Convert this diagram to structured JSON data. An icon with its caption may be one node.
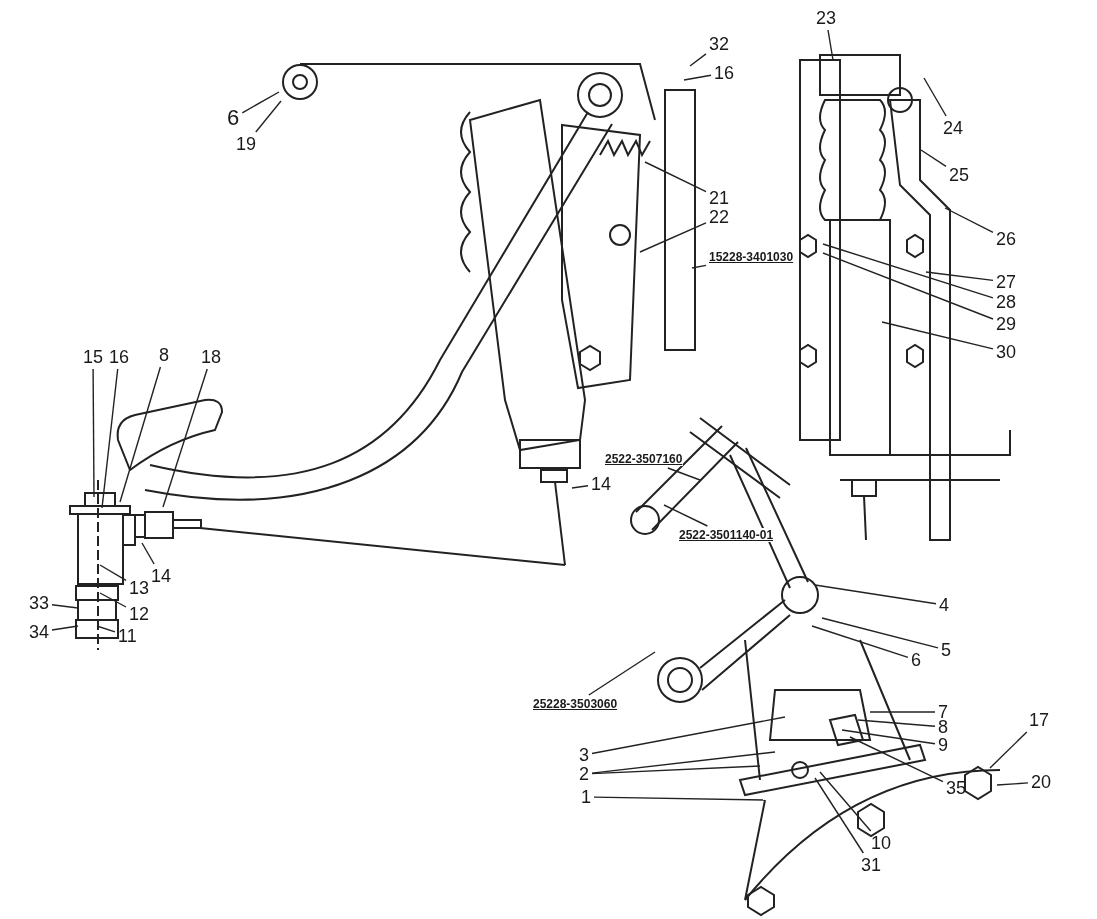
{
  "diagram": {
    "nodes": [
      {
        "text": [
          "23"
        ]
      },
      {
        "text": [
          "32"
        ]
      },
      {
        "text": [
          "16"
        ]
      },
      {
        "text": [
          "6"
        ]
      },
      {
        "text": [
          "19"
        ]
      },
      {
        "text": [
          "24"
        ]
      },
      {
        "text": [
          "25"
        ]
      },
      {
        "text": [
          "21"
        ]
      },
      {
        "text": [
          "22"
        ]
      },
      {
        "text": [
          "26"
        ]
      },
      {
        "text": [
          "15228-3401030"
        ]
      },
      {
        "text": [
          "27"
        ]
      },
      {
        "text": [
          "28"
        ]
      },
      {
        "text": [
          "29"
        ]
      },
      {
        "text": [
          "30"
        ]
      },
      {
        "text": [
          "15"
        ]
      },
      {
        "text": [
          "16"
        ]
      },
      {
        "text": [
          "8"
        ]
      },
      {
        "text": [
          "18"
        ]
      },
      {
        "text": [
          "2522-3507160"
        ]
      },
      {
        "text": [
          "14"
        ]
      },
      {
        "text": [
          "2522-3501140-01"
        ]
      },
      {
        "text": [
          "14"
        ]
      },
      {
        "text": [
          "13"
        ]
      },
      {
        "text": [
          "12"
        ]
      },
      {
        "text": [
          "33"
        ]
      },
      {
        "text": [
          "34"
        ]
      },
      {
        "text": [
          "11"
        ]
      },
      {
        "text": [
          "4"
        ]
      },
      {
        "text": [
          "5"
        ]
      },
      {
        "text": [
          "6"
        ]
      },
      {
        "text": [
          "25228-3503060"
        ]
      },
      {
        "text": [
          "7"
        ]
      },
      {
        "text": [
          "8"
        ]
      },
      {
        "text": [
          "9"
        ]
      },
      {
        "text": [
          "17"
        ]
      },
      {
        "text": [
          "3"
        ]
      },
      {
        "text": [
          "2"
        ]
      },
      {
        "text": [
          "35"
        ]
      },
      {
        "text": [
          "20"
        ]
      },
      {
        "text": [
          "1"
        ]
      },
      {
        "text": [
          "10"
        ]
      },
      {
        "text": [
          "31"
        ]
      }
    ],
    "edges": [
      {
        "from": 0,
        "to": null,
        "arrow": "none"
      },
      {
        "from": 1,
        "to": null,
        "arrow": "none"
      },
      {
        "from": 2,
        "to": null,
        "arrow": "none"
      },
      {
        "from": 3,
        "to": null,
        "arrow": "none"
      },
      {
        "from": 4,
        "to": null,
        "arrow": "none"
      },
      {
        "from": 5,
        "to": null,
        "arrow": "none"
      },
      {
        "from": 6,
        "to": null,
        "arrow": "none"
      },
      {
        "from": 7,
        "to": null,
        "arrow": "none"
      },
      {
        "from": 8,
        "to": null,
        "arrow": "none"
      },
      {
        "from": 9,
        "to": null,
        "arrow": "none"
      },
      {
        "from": 10,
        "to": null,
        "arrow": "none"
      },
      {
        "from": 11,
        "to": null,
        "arrow": "none"
      },
      {
        "from": 12,
        "to": null,
        "arrow": "none"
      },
      {
        "from": 13,
        "to": null,
        "arrow": "none"
      },
      {
        "from": 14,
        "to": null,
        "arrow": "none"
      },
      {
        "from": 15,
        "to": null,
        "arrow": "none"
      },
      {
        "from": 16,
        "to": null,
        "arrow": "none"
      },
      {
        "from": 17,
        "to": null,
        "arrow": "none"
      },
      {
        "from": 18,
        "to": null,
        "arrow": "none"
      },
      {
        "from": 19,
        "to": null,
        "arrow": "none"
      },
      {
        "from": 20,
        "to": null,
        "arrow": "none"
      },
      {
        "from": 21,
        "to": null,
        "arrow": "none"
      },
      {
        "from": 22,
        "to": null,
        "arrow": "none"
      },
      {
        "from": 23,
        "to": null,
        "arrow": "none"
      },
      {
        "from": 24,
        "to": null,
        "arrow": "none"
      },
      {
        "from": 25,
        "to": null,
        "arrow": "none"
      },
      {
        "from": 26,
        "to": null,
        "arrow": "none"
      },
      {
        "from": 27,
        "to": null,
        "arrow": "none"
      },
      {
        "from": 28,
        "to": null,
        "arrow": "none"
      },
      {
        "from": 29,
        "to": null,
        "arrow": "none"
      },
      {
        "from": 30,
        "to": null,
        "arrow": "none"
      },
      {
        "from": 31,
        "to": null,
        "arrow": "none"
      },
      {
        "from": 32,
        "to": null,
        "arrow": "none"
      },
      {
        "from": 33,
        "to": null,
        "arrow": "none"
      },
      {
        "from": 34,
        "to": null,
        "arrow": "none"
      },
      {
        "from": 35,
        "to": null,
        "arrow": "none"
      },
      {
        "from": 36,
        "to": null,
        "arrow": "none"
      },
      {
        "from": 37,
        "to": null,
        "arrow": "none"
      },
      {
        "from": 37,
        "to": null,
        "arrow": "none"
      },
      {
        "from": 38,
        "to": null,
        "arrow": "none"
      },
      {
        "from": 39,
        "to": null,
        "arrow": "none"
      },
      {
        "from": 40,
        "to": null,
        "arrow": "none"
      },
      {
        "from": 41,
        "to": null,
        "arrow": "none"
      },
      {
        "from": 42,
        "to": null,
        "arrow": "none"
      }
    ]
  }
}
